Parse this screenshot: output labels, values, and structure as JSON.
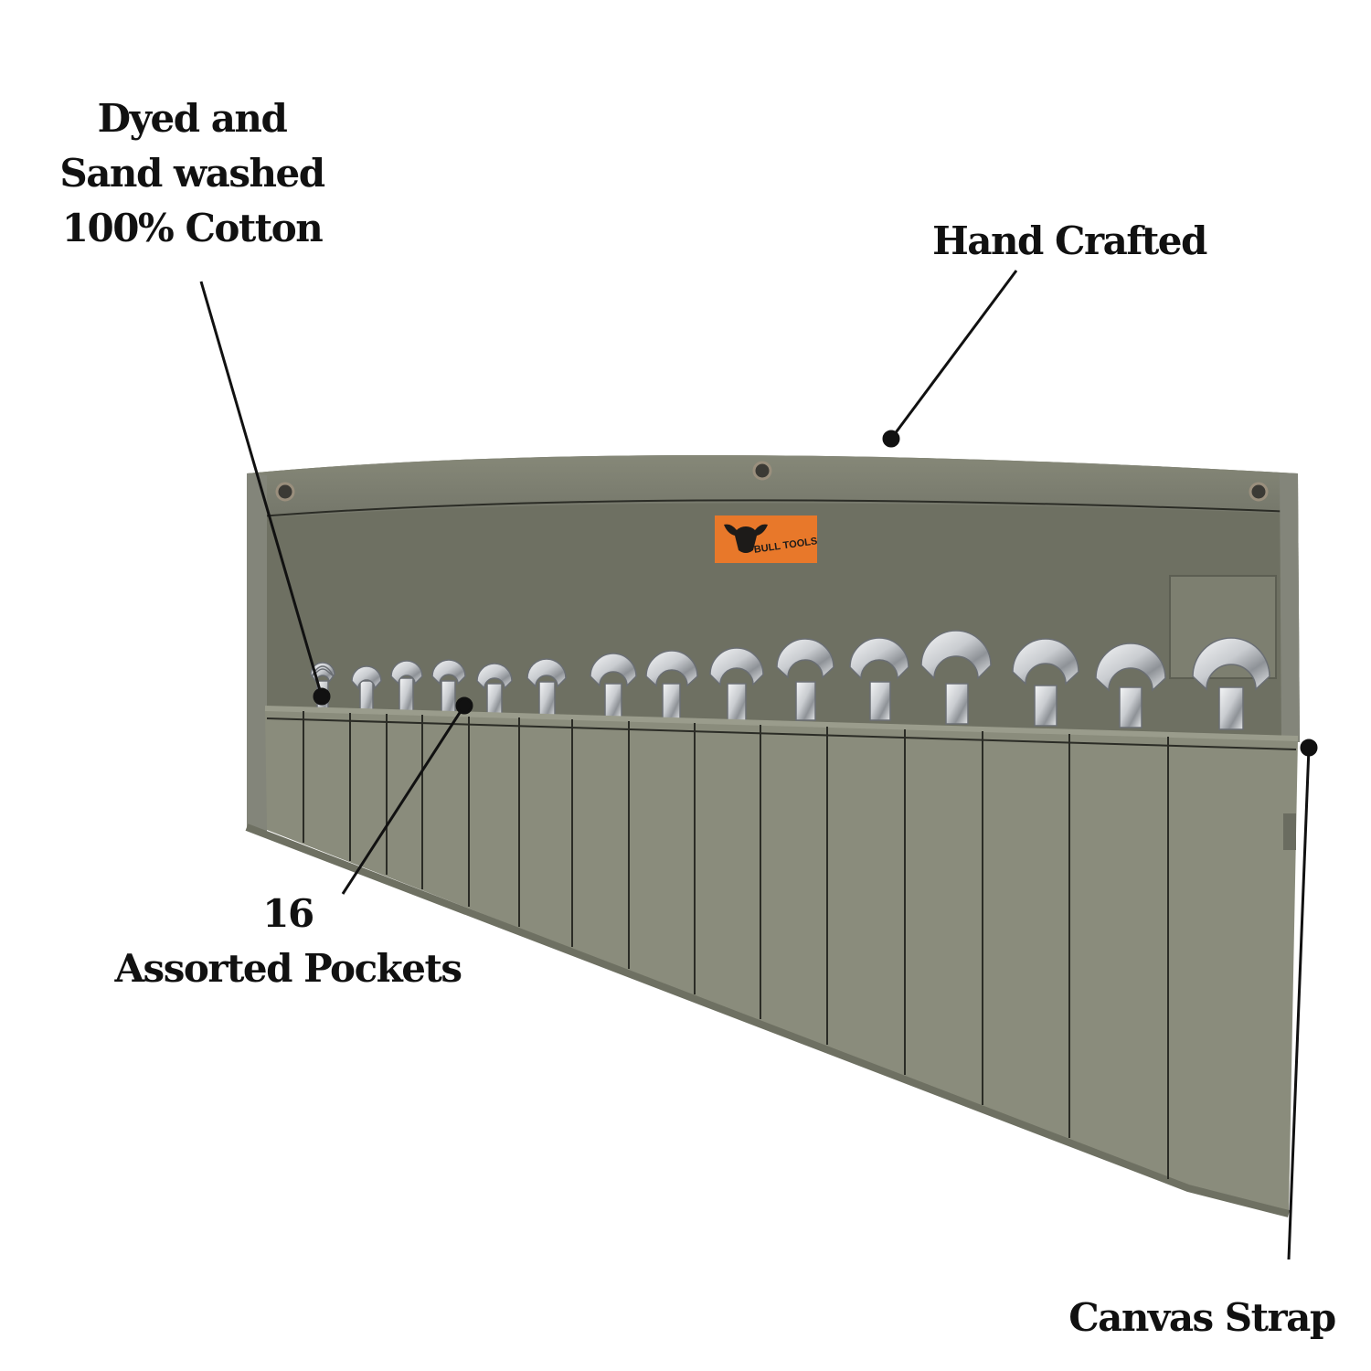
{
  "callouts": {
    "cotton": [
      "Dyed and",
      "Sand washed",
      "100% Cotton"
    ],
    "hand_crafted": "Hand Crafted",
    "pockets": [
      "16",
      "Assorted Pockets"
    ],
    "strap": "Canvas Strap"
  },
  "logo": {
    "text": "BULL TOOLS",
    "background": "#e8782a"
  },
  "colors": {
    "canvas": "#7b7d6d",
    "canvas_dark": "#6e7062",
    "pocket_panel": "#8a8c7c",
    "stitch": "#2b2c26",
    "chrome": "#d8dadc",
    "leader_line": "#111111"
  },
  "product": {
    "pocket_count": 16,
    "wrench_count": 15,
    "grommet_count": 3
  }
}
